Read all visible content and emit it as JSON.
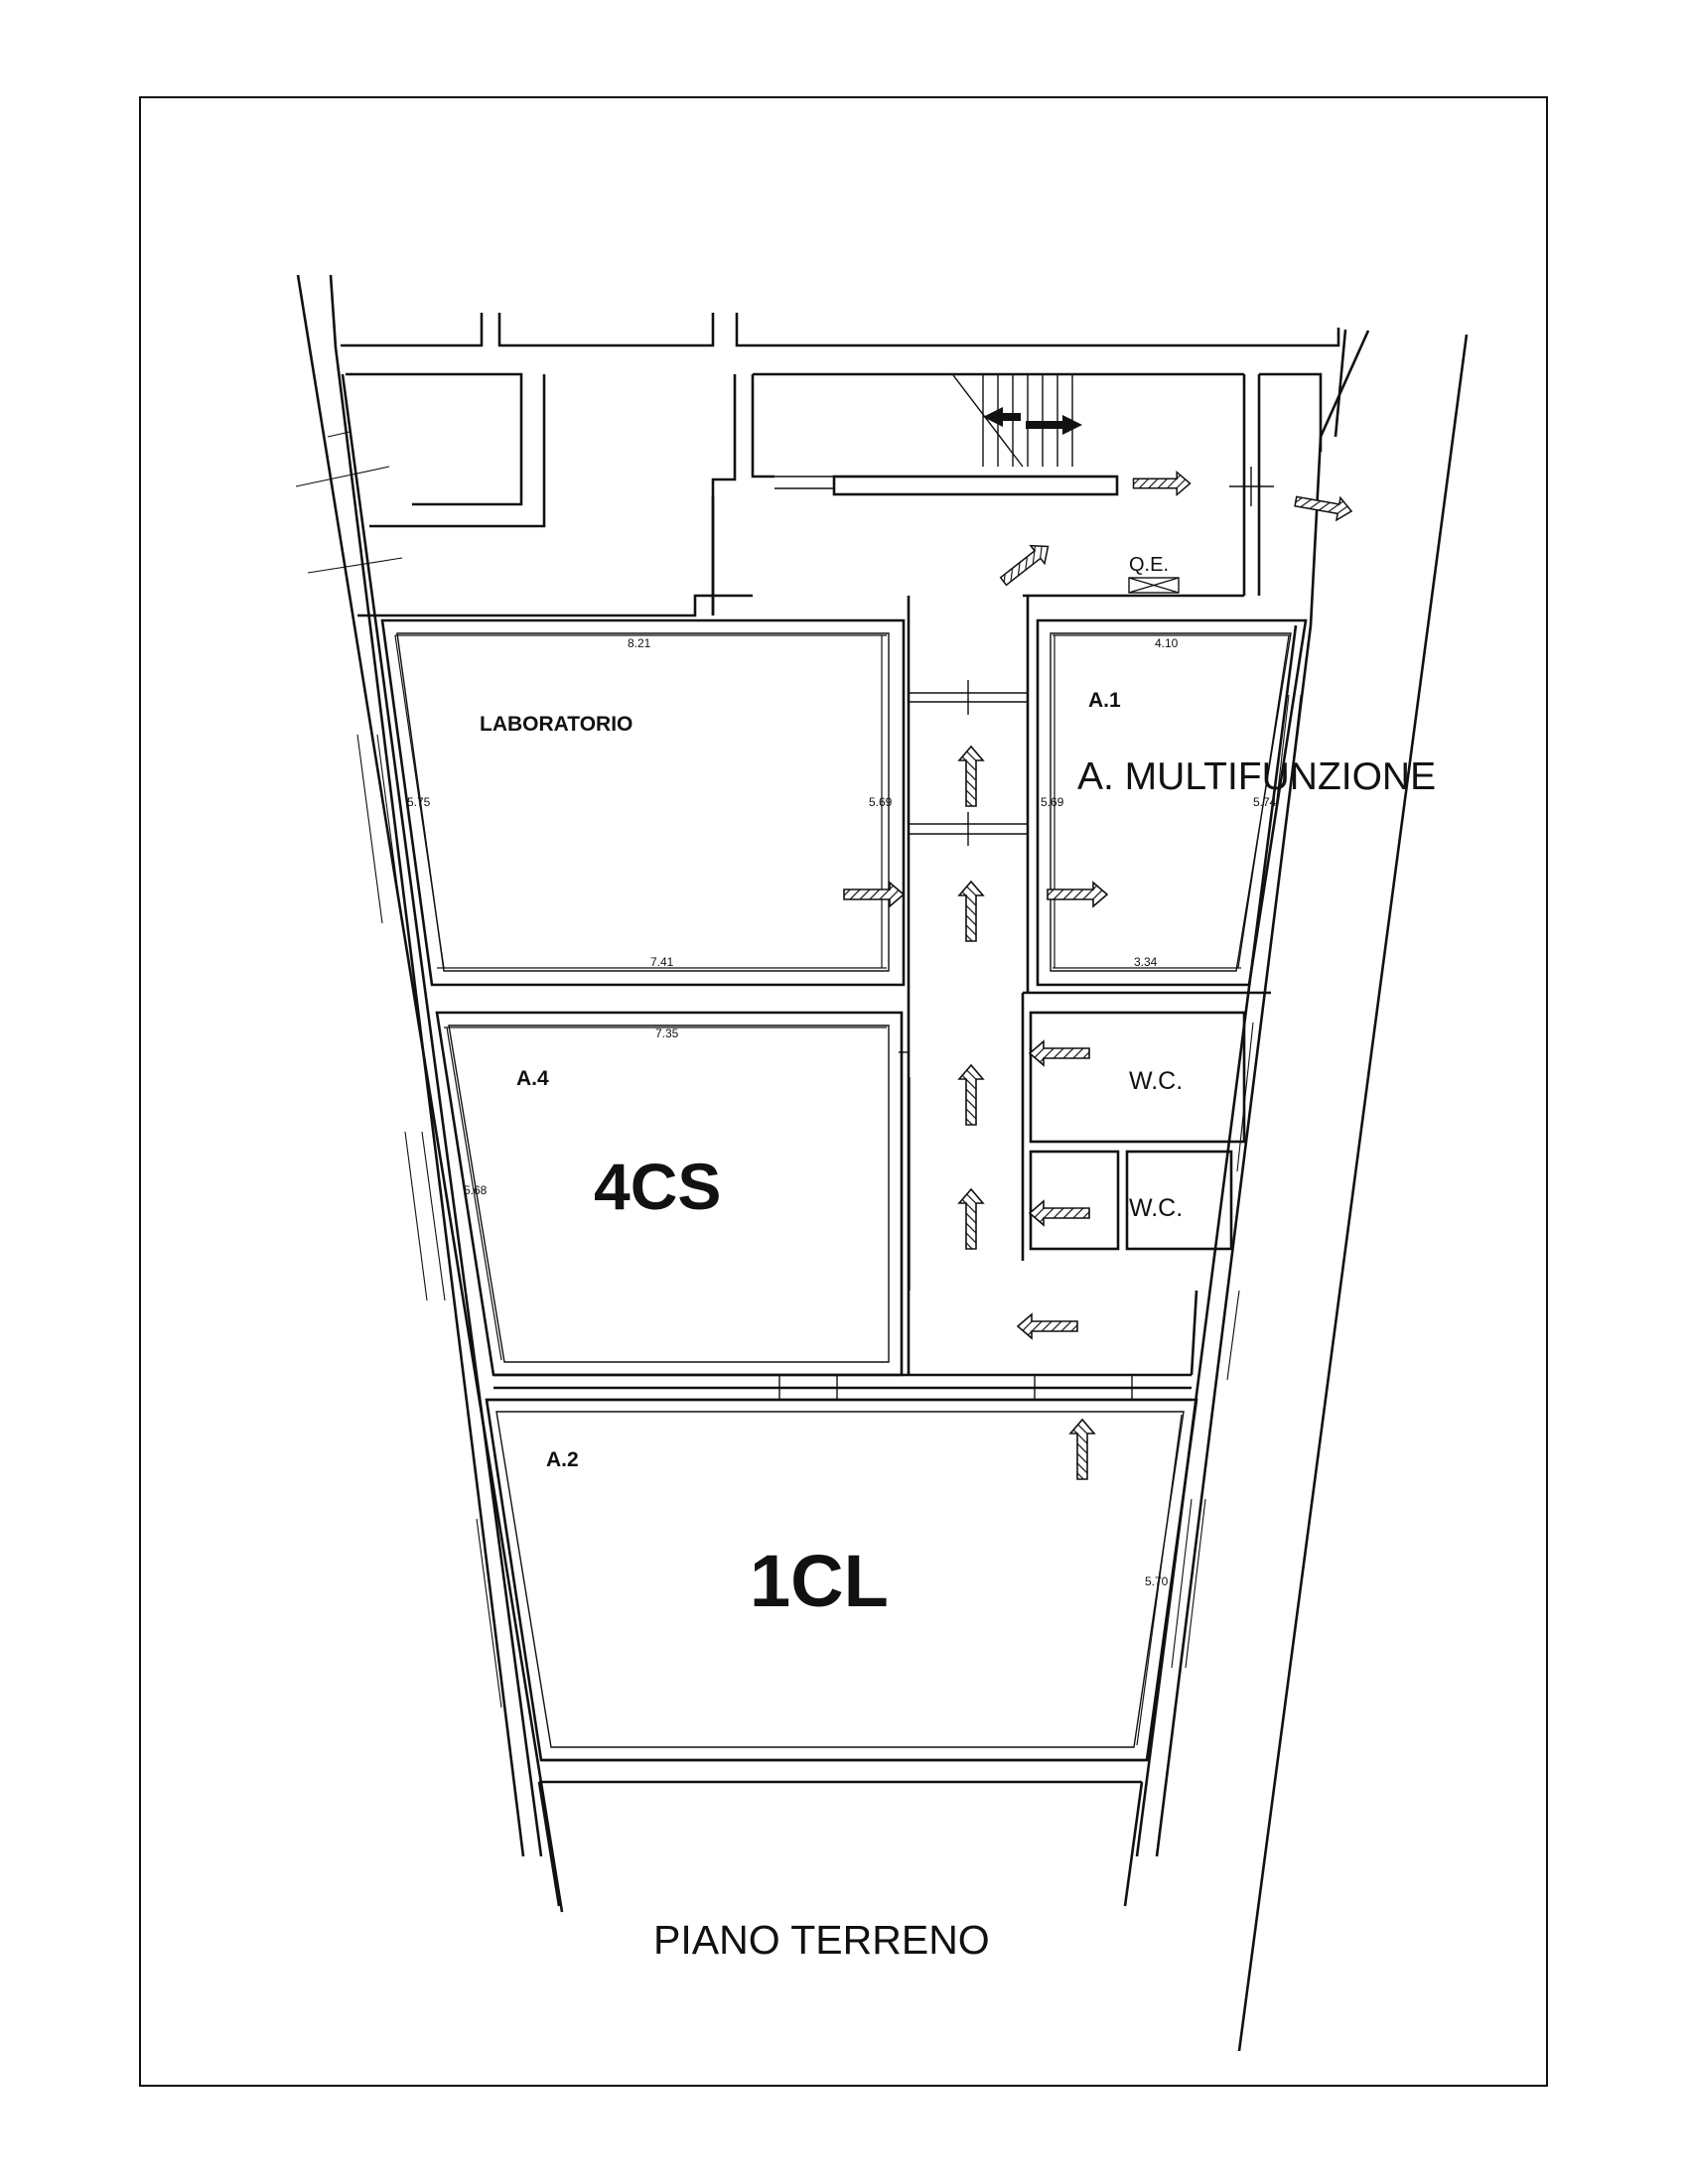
{
  "drawing": {
    "title": "PIANO TERRENO",
    "panel_label": "Q.E."
  },
  "rooms": [
    {
      "key": "laboratorio",
      "name": "LABORATORIO",
      "code": "",
      "class_label": ""
    },
    {
      "key": "a1",
      "name": "A. MULTIFUNZIONE",
      "code": "A.1",
      "class_label": ""
    },
    {
      "key": "a4",
      "name": "",
      "code": "A.4",
      "class_label": "4CS"
    },
    {
      "key": "a2",
      "name": "",
      "code": "A.2",
      "class_label": "1CL"
    },
    {
      "key": "wc1",
      "name": "W.C.",
      "code": "",
      "class_label": ""
    },
    {
      "key": "wc2",
      "name": "W.C.",
      "code": "",
      "class_label": ""
    }
  ],
  "dimensions": {
    "lab_top": "8.21",
    "lab_bottom": "7.41",
    "lab_left": "5.75",
    "lab_right": "5.69",
    "a1_top": "4.10",
    "a1_bottom": "3.34",
    "a1_left": "5.69",
    "a1_right": "5.74",
    "a4_top": "7.35",
    "a4_left": "5.68",
    "a2_right": "5.70"
  },
  "icons": {
    "escape_arrow": "hatched-arrow-icon",
    "bidirectional_arrow": "double-arrow-icon",
    "electrical_panel": "electrical-panel-icon"
  },
  "colors": {
    "ink": "#111111",
    "paper": "#ffffff"
  }
}
